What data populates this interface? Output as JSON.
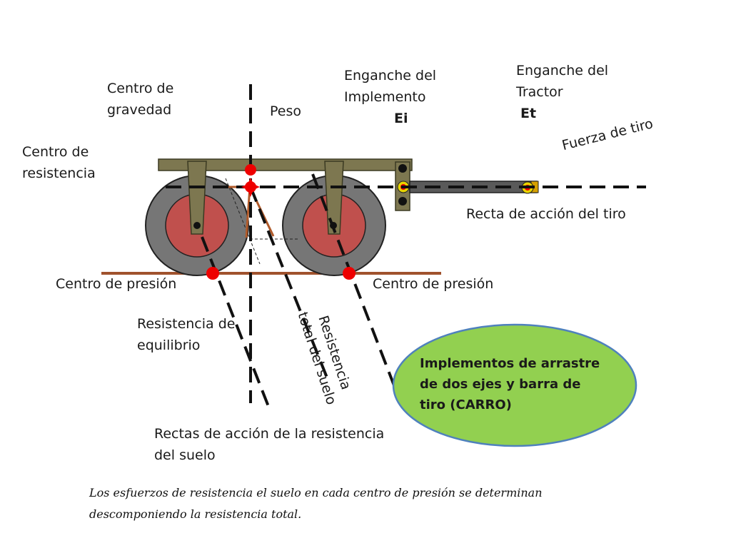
{
  "labels": {
    "centro_gravedad": [
      "Centro de",
      "gravedad"
    ],
    "centro_resistencia": [
      "Centro de",
      "resistencia"
    ],
    "peso": "Peso",
    "enganche_implemento": [
      "Enganche del",
      "Implemento"
    ],
    "enganche_implemento_sym": "Ei",
    "enganche_tractor": [
      "Enganche del",
      "Tractor"
    ],
    "enganche_tractor_sym": "Et",
    "fuerza_tiro": "Fuerza de tiro",
    "recta_accion_tiro": "Recta de acción del tiro",
    "centro_presion_left": "Centro de presión",
    "centro_presion_right": "Centro de presión",
    "resistencia_equilibrio": [
      "Resistencia de",
      "equilibrio"
    ],
    "resistencia_total": [
      "Resistencia",
      "total del suelo"
    ],
    "rectas_accion": [
      "Rectas de acción de la resistencia",
      "del suelo"
    ]
  },
  "callout": [
    "Implementos de arrastre",
    "de  dos ejes y barra de",
    "tiro  (CARRO)"
  ],
  "note": [
    "Los esfuerzos de resistencia el suelo en cada centro de presión se determinan",
    "descomponiendo la resistencia total."
  ],
  "colors": {
    "frame": "#7d7750",
    "frame_stroke": "#3b3a22",
    "tire": "#767676",
    "hub": "#c0504d",
    "ground": "#a0522d",
    "force": "#b05a2a",
    "point": "#ee0000",
    "hitch_ring": "#e8d400",
    "callout_fill": "#92d050",
    "callout_stroke": "#4f81bd"
  }
}
